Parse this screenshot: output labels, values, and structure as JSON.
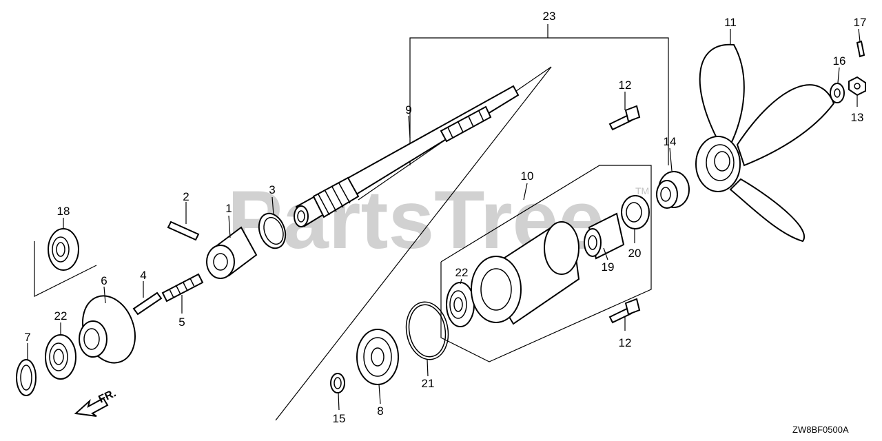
{
  "diagram": {
    "callouts": [
      "1",
      "2",
      "3",
      "4",
      "5",
      "6",
      "7",
      "8",
      "9",
      "10",
      "11",
      "12",
      "12",
      "13",
      "14",
      "15",
      "16",
      "17",
      "18",
      "19",
      "20",
      "21",
      "22",
      "22",
      "23"
    ],
    "drawing_code": "ZW8BF0500A",
    "direction_label": "FR.",
    "watermark": "PartsTree",
    "watermark_tm": "TM"
  }
}
